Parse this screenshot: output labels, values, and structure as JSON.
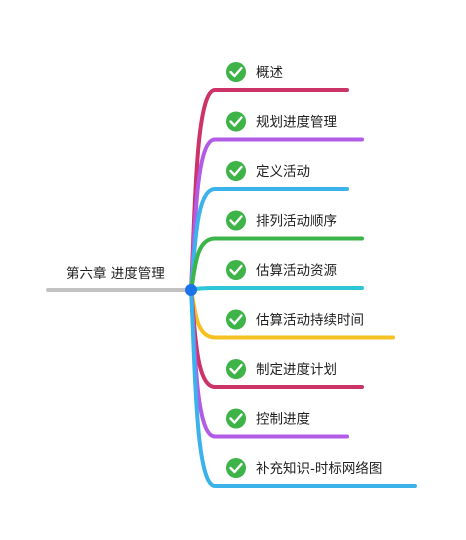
{
  "root": {
    "label": "第六章 进度管理"
  },
  "branches": [
    {
      "label": "概述",
      "color": "#cc3366",
      "status_icon": "check-circle-icon"
    },
    {
      "label": "规划进度管理",
      "color": "#b25be6",
      "status_icon": "check-circle-icon"
    },
    {
      "label": "定义活动",
      "color": "#3bb3ea",
      "status_icon": "check-circle-icon"
    },
    {
      "label": "排列活动顺序",
      "color": "#3bb54a",
      "status_icon": "check-circle-icon"
    },
    {
      "label": "估算活动资源",
      "color": "#2dc6d6",
      "status_icon": "check-circle-icon"
    },
    {
      "label": "估算活动持续时间",
      "color": "#f5c022",
      "status_icon": "check-circle-icon"
    },
    {
      "label": "制定进度计划",
      "color": "#cc3366",
      "status_icon": "check-circle-icon"
    },
    {
      "label": "控制进度",
      "color": "#b25be6",
      "status_icon": "check-circle-icon"
    },
    {
      "label": "补充知识-时标网络图",
      "color": "#3bb3ea",
      "status_icon": "check-circle-icon"
    }
  ],
  "colors": {
    "root_line": "#c2c2c2",
    "root_dot": "#1a73e8",
    "check": "#3db348"
  }
}
